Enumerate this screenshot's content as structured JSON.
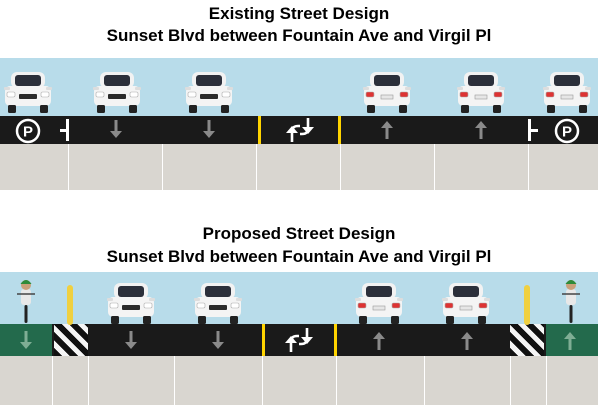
{
  "existing": {
    "title_line1": "Existing Street Design",
    "title_line2": "Sunset Blvd between Fountain Ave and Virgil Pl",
    "lanes": [
      "parking",
      "travel-down",
      "travel-down",
      "center-turn",
      "travel-up",
      "travel-up",
      "parking"
    ],
    "parking_symbol": "P"
  },
  "proposed": {
    "title_line1": "Proposed Street Design",
    "title_line2": "Sunset Blvd between Fountain Ave and Virgil Pl",
    "lanes": [
      "bike-lane-down",
      "buffer",
      "travel-down",
      "travel-down",
      "center-turn",
      "travel-up",
      "travel-up",
      "buffer",
      "bike-lane-up"
    ]
  },
  "colors": {
    "sky": "#b8dcea",
    "asphalt": "#1a1a1a",
    "sidewalk": "#d9d6d0",
    "bike_lane": "#236a4c",
    "center_line": "#ffd400"
  }
}
